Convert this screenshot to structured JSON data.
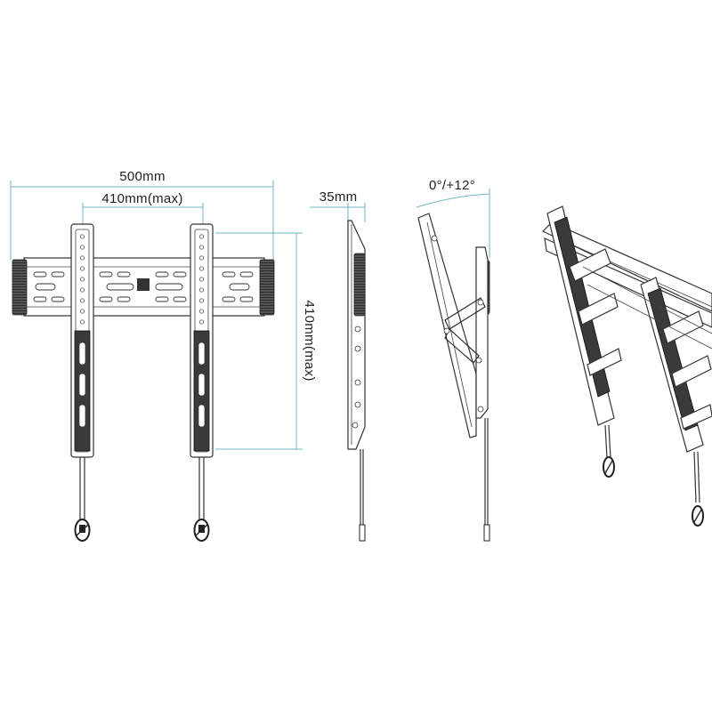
{
  "dimensions": {
    "overall_width": "500mm",
    "vesa_width": "410mm(max)",
    "vesa_height": "410mm(max)",
    "depth": "35mm",
    "tilt": "0°/+12°"
  },
  "colors": {
    "dimension_line": "#6fb6c4",
    "drawing_line": "#333333",
    "background": "#ffffff"
  }
}
